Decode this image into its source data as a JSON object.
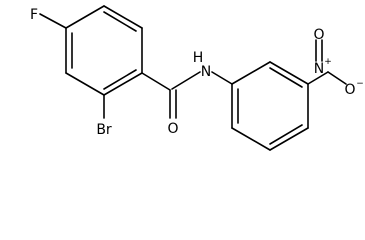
{
  "molecule": {
    "atoms": {
      "fluorine": "F",
      "bromine": "Br",
      "carbonyl_oxygen": "O",
      "amide_nitrogen": "N",
      "amide_hydrogen": "H",
      "nitro_nitrogen": "N",
      "nitro_oxygen_top": "O",
      "nitro_oxygen_right": "O"
    },
    "charges": {
      "nitro_nitrogen": "+",
      "nitro_oxygen_right": "−"
    }
  }
}
